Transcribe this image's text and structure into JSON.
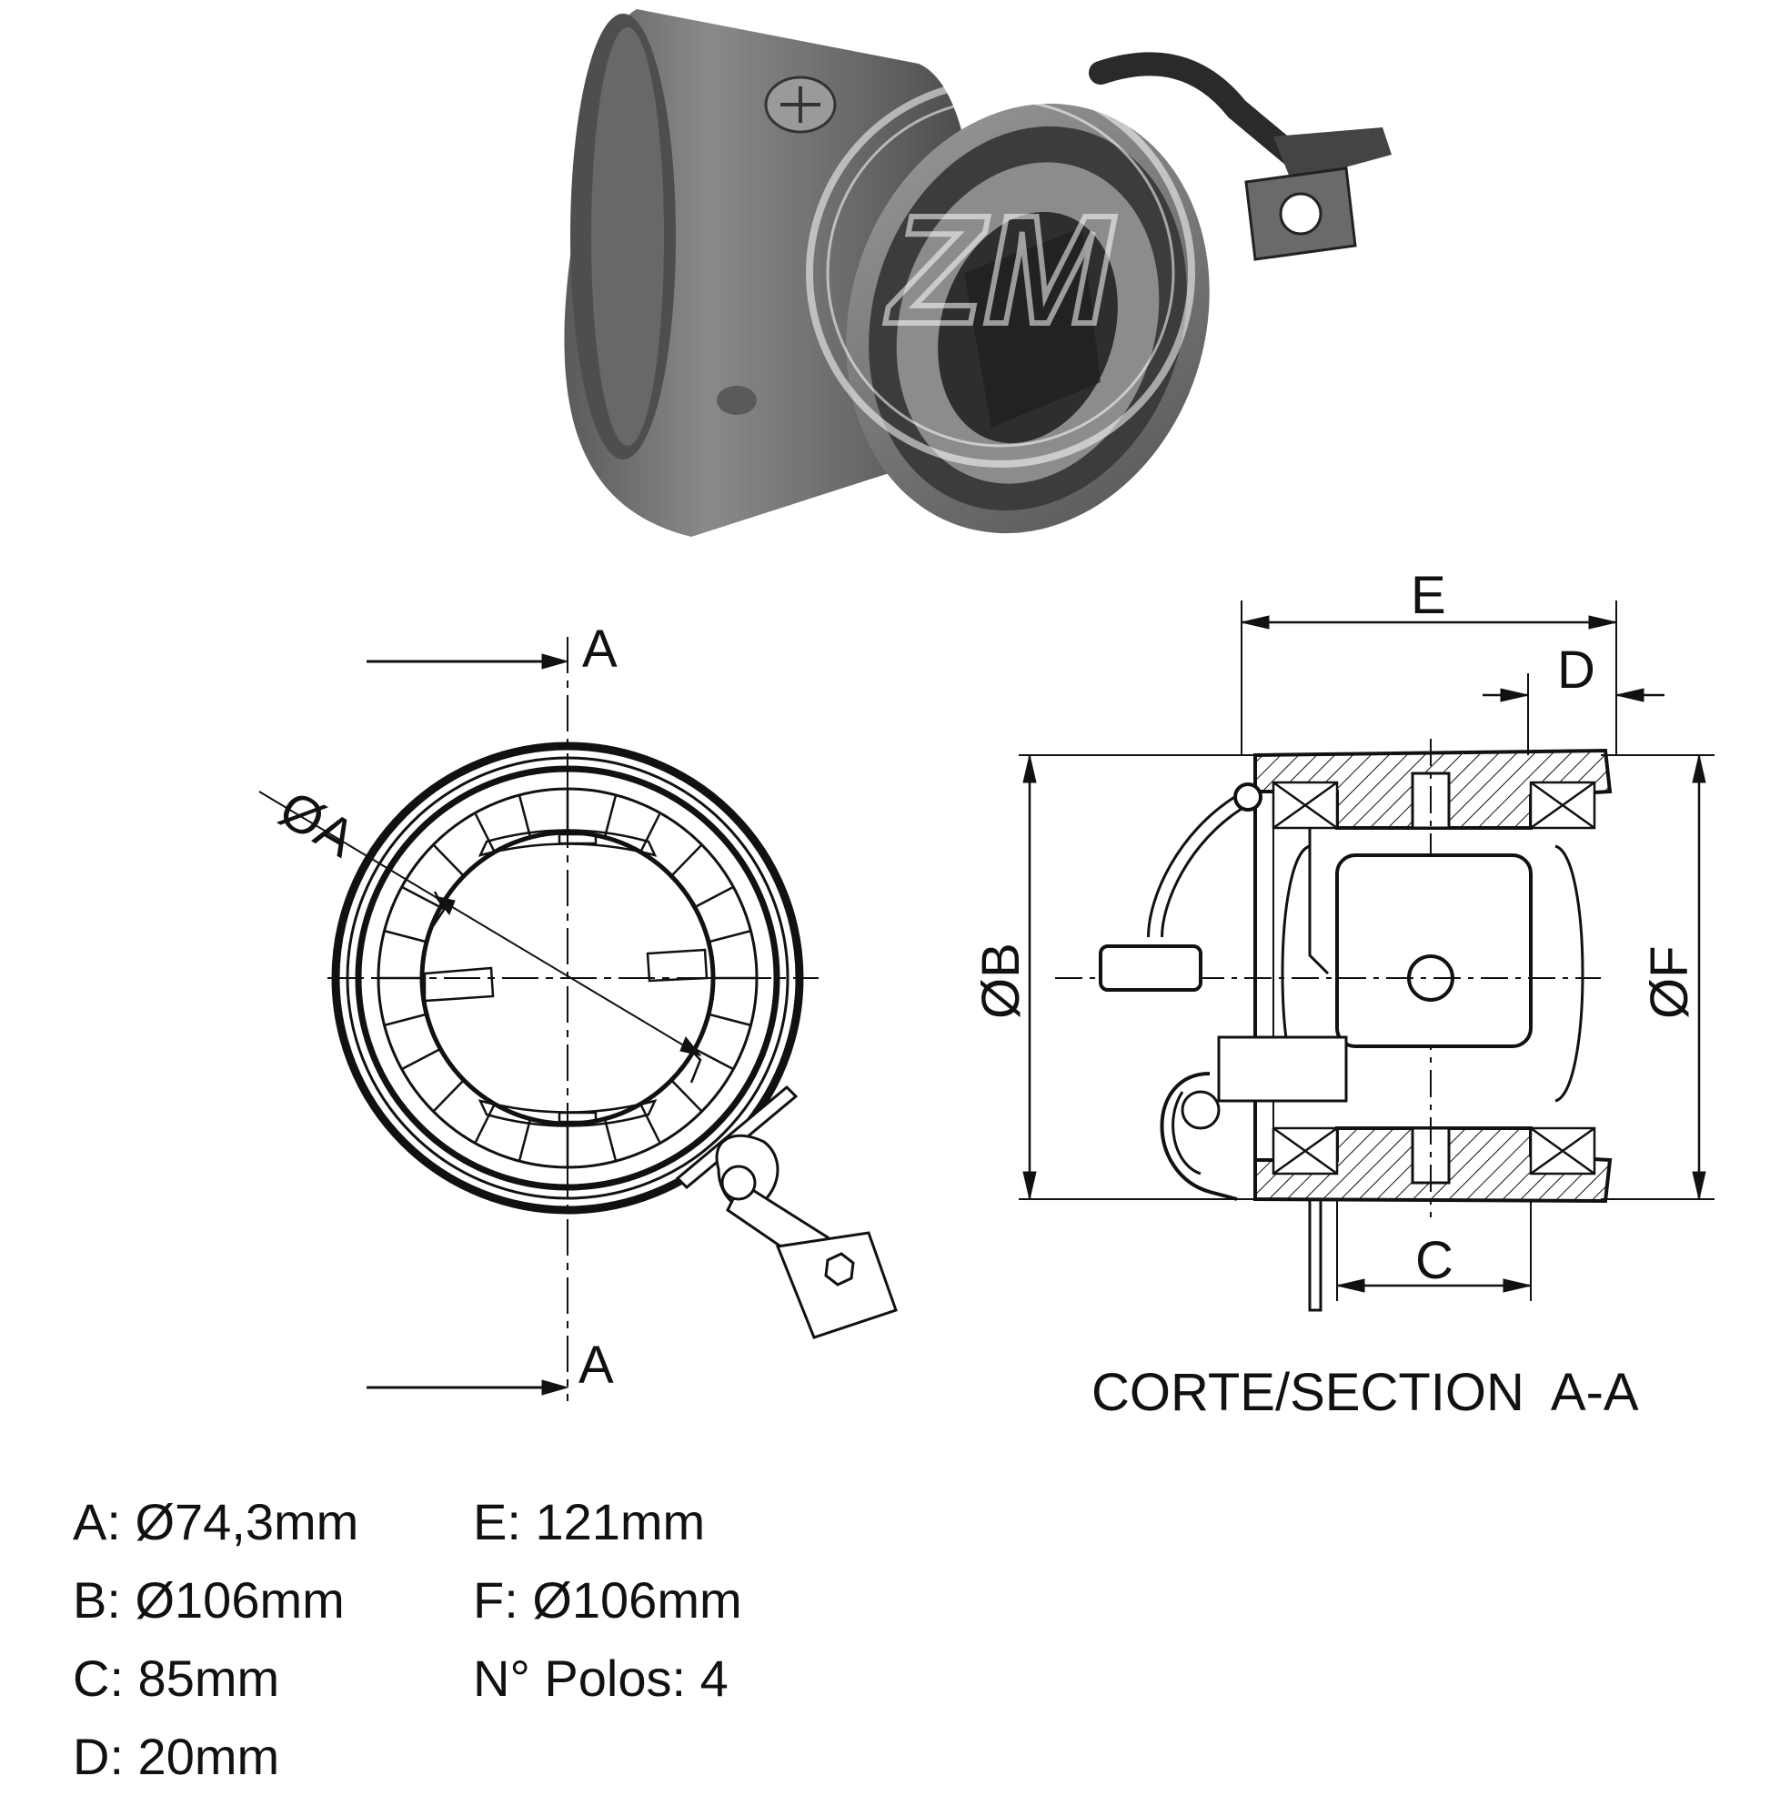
{
  "logo": {
    "text": "ZM"
  },
  "front_view": {
    "section_marker_top": "A",
    "section_marker_bottom": "A",
    "diameter_label": "ØA"
  },
  "section_view": {
    "dim_E": "E",
    "dim_D": "D",
    "dim_B": "ØB",
    "dim_F": "ØF",
    "dim_C": "C",
    "caption": "CORTE/SECTION  A-A"
  },
  "specs": {
    "left": [
      "A: Ø74,3mm",
      "B: Ø106mm",
      "C: 85mm",
      "D: 20mm"
    ],
    "right": [
      "E: 121mm",
      "F: Ø106mm",
      "N° Polos: 4"
    ]
  },
  "colors": {
    "line": "#111111",
    "body_gray": "#6e6e6e",
    "body_dark": "#3a3a3a",
    "watermark": "#ffffff"
  }
}
